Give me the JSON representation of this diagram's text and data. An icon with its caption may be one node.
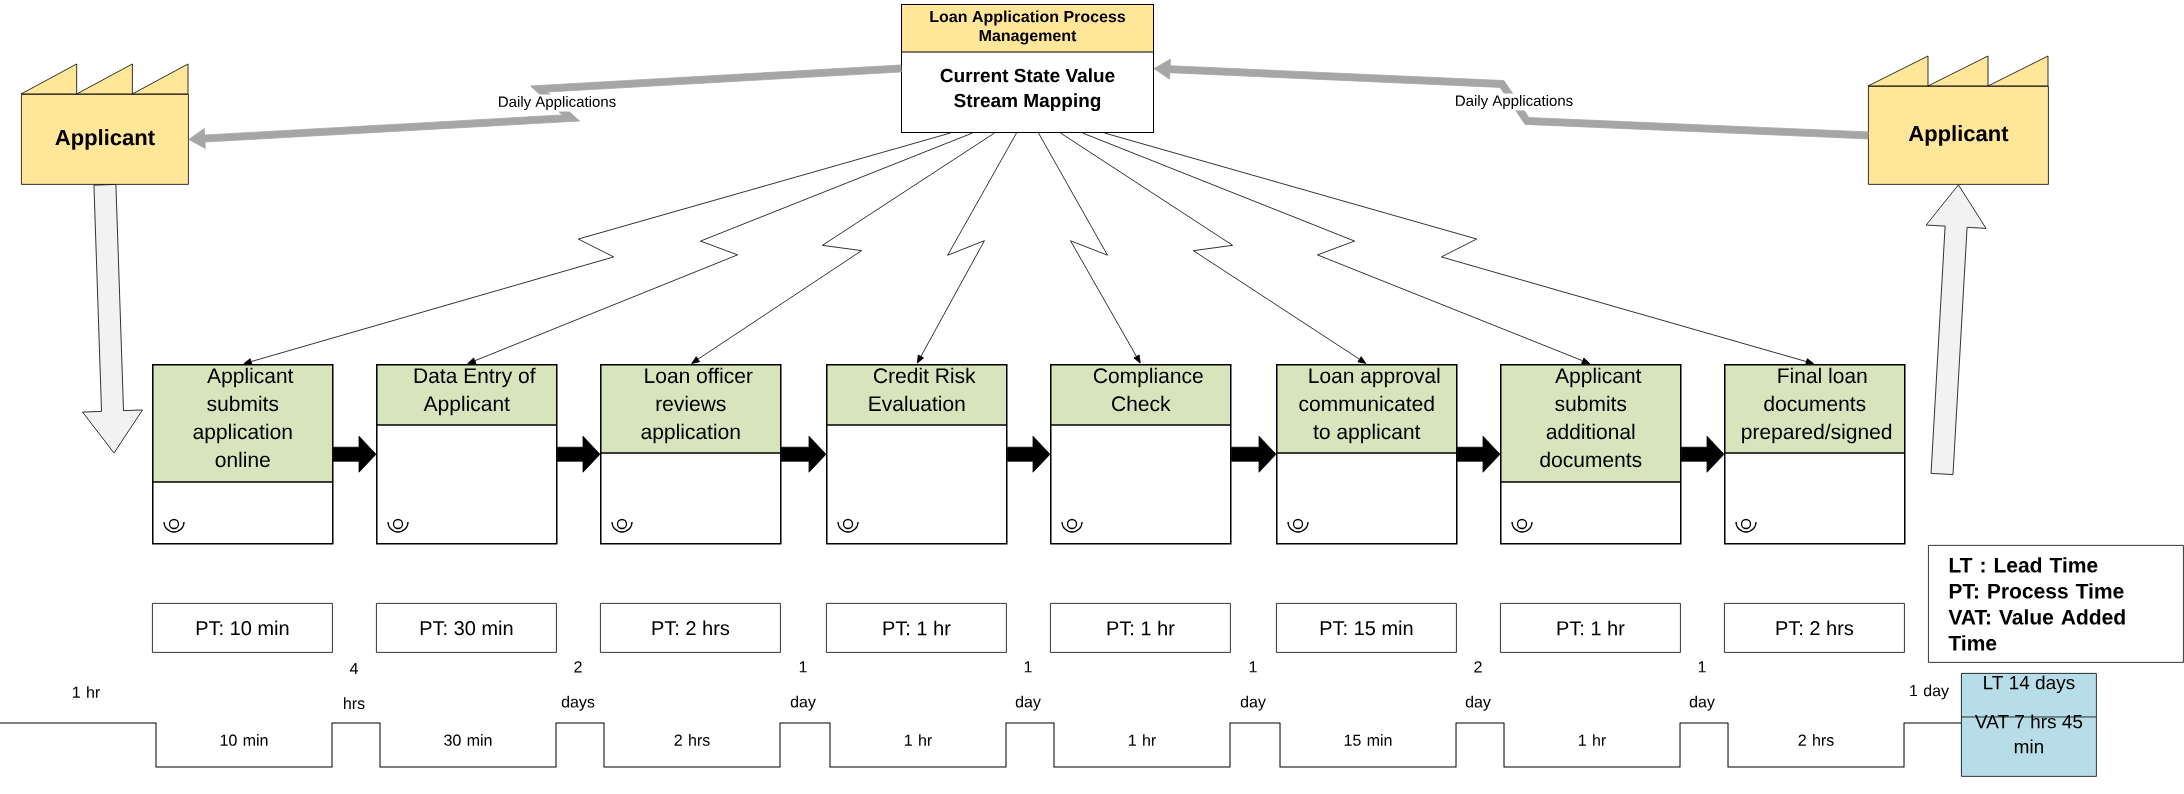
{
  "diagram": {
    "nodes": [
      {
        "text": [
          "Loan Application Process Management",
          "Current State Value Stream Mapping"
        ]
      },
      {
        "text": [
          "Applicant"
        ]
      },
      {
        "text": [
          "Applicant"
        ]
      },
      {
        "text": [
          "Applicant submits application online"
        ]
      },
      {
        "text": [
          "Data Entry of Applicant"
        ]
      },
      {
        "text": [
          "Loan officer reviews application"
        ]
      },
      {
        "text": [
          "Credit Risk Evaluation"
        ]
      },
      {
        "text": [
          "Compliance Check"
        ]
      },
      {
        "text": [
          "Loan approval communicated to applicant"
        ]
      },
      {
        "text": [
          "Applicant submits additional documents"
        ]
      },
      {
        "text": [
          "Final loan documents prepared/signed"
        ]
      },
      {
        "text": [
          "PT: 10 min"
        ]
      },
      {
        "text": [
          "PT: 30 min"
        ]
      },
      {
        "text": [
          "PT: 2 hrs"
        ]
      },
      {
        "text": [
          "PT: 1 hr"
        ]
      },
      {
        "text": [
          "PT: 1 hr"
        ]
      },
      {
        "text": [
          "PT: 15 min"
        ]
      },
      {
        "text": [
          "PT: 1 hr"
        ]
      },
      {
        "text": [
          "PT: 2 hrs"
        ]
      },
      {
        "text": [
          "LT : Lead Time",
          "PT: Process Time",
          "VAT: Value Added Time"
        ]
      },
      {
        "text": [
          "LT 14 days",
          "VAT 7 hrs 45 min"
        ]
      }
    ],
    "edges": [
      {
        "from": 0,
        "to": 1,
        "arrow": "to",
        "label": "Daily Applications",
        "style": "thick",
        "color": "#a6a6a6"
      },
      {
        "from": 2,
        "to": 0,
        "arrow": "to",
        "label": "Daily Applications",
        "style": "thick",
        "color": "#a6a6a6"
      },
      {
        "from": 1,
        "to": null,
        "arrow": "to",
        "style": "thick",
        "color": "#f2f2f2"
      },
      {
        "from": null,
        "to": 2,
        "arrow": "to",
        "style": "thick",
        "color": "#f2f2f2"
      },
      {
        "from": 0,
        "to": 3,
        "arrow": "to"
      },
      {
        "from": 0,
        "to": 4,
        "arrow": "to"
      },
      {
        "from": 0,
        "to": 5,
        "arrow": "to"
      },
      {
        "from": 0,
        "to": 6,
        "arrow": "to"
      },
      {
        "from": 0,
        "to": 7,
        "arrow": "to"
      },
      {
        "from": 0,
        "to": 8,
        "arrow": "to"
      },
      {
        "from": 0,
        "to": 9,
        "arrow": "to"
      },
      {
        "from": 0,
        "to": 10,
        "arrow": "to"
      },
      {
        "from": 3,
        "to": 4,
        "arrow": "to",
        "style": "thick"
      },
      {
        "from": 4,
        "to": 5,
        "arrow": "to",
        "style": "thick"
      },
      {
        "from": 5,
        "to": 6,
        "arrow": "to",
        "style": "thick"
      },
      {
        "from": 6,
        "to": 7,
        "arrow": "to",
        "style": "thick"
      },
      {
        "from": 7,
        "to": 8,
        "arrow": "to",
        "style": "thick"
      },
      {
        "from": 8,
        "to": 9,
        "arrow": "to",
        "style": "thick"
      },
      {
        "from": 9,
        "to": 10,
        "arrow": "to",
        "style": "thick"
      }
    ],
    "labels": [
      "1 hr",
      "4 hrs",
      "2 days",
      "1 day",
      "1 day",
      "1 day",
      "2 day",
      "1 day",
      "1 day",
      "10 min",
      "30 min",
      "2 hrs",
      "1 hr",
      "1 hr",
      "15 min",
      "1 hr",
      "2 hrs"
    ]
  }
}
